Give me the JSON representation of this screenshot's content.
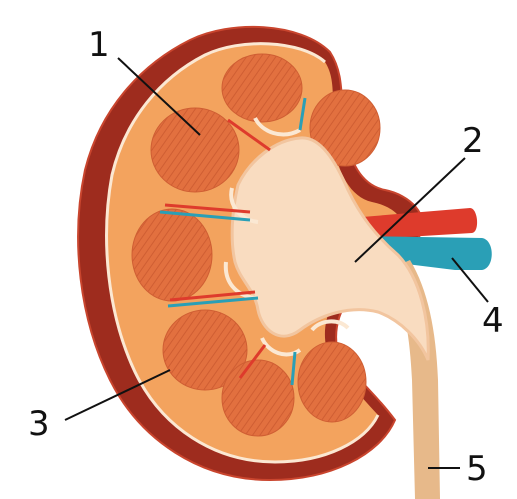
{
  "callouts": [
    {
      "id": "1",
      "label": "1"
    },
    {
      "id": "2",
      "label": "2"
    },
    {
      "id": "3",
      "label": "3"
    },
    {
      "id": "4",
      "label": "4"
    },
    {
      "id": "5",
      "label": "5"
    }
  ],
  "colors": {
    "capsule": "#9e2c1e",
    "capsule_edge": "#c9452e",
    "cortex": "#f3a35e",
    "pyramid": "#e2703f",
    "pyramid_stripe": "#cf5e33",
    "pelvis": "#f9dcc0",
    "pelvis_edge": "#f2c59f",
    "ureter": "#e7b98a",
    "artery": "#de3b2c",
    "vein": "#2a9fb6",
    "outline": "#fbe8d3",
    "label_text": "#111111"
  },
  "icons": {
    "kidney": "kidney-cross-section-icon"
  }
}
